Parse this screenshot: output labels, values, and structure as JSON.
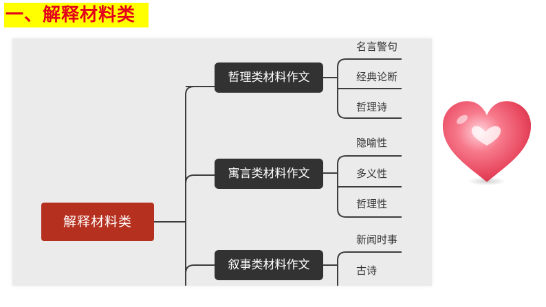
{
  "section_title": "一、解释材料类",
  "mindmap": {
    "root": "解释材料类",
    "branches": [
      {
        "label": "哲理类材料作文",
        "leaves": [
          "名言警句",
          "经典论断",
          "哲理诗"
        ]
      },
      {
        "label": "寓言类材料作文",
        "leaves": [
          "隐喻性",
          "多义性",
          "哲理性"
        ]
      },
      {
        "label": "叙事类材料作文",
        "leaves": [
          "新闻时事",
          "古诗"
        ]
      }
    ]
  },
  "colors": {
    "title_text": "#e4001b",
    "title_background": "#ffff00",
    "root_node": "#b6301f",
    "branch_node": "#323232",
    "panel_background": "#ebebeb",
    "heart": "#f0506a"
  },
  "decoration": {
    "icon": "heart-icon"
  }
}
